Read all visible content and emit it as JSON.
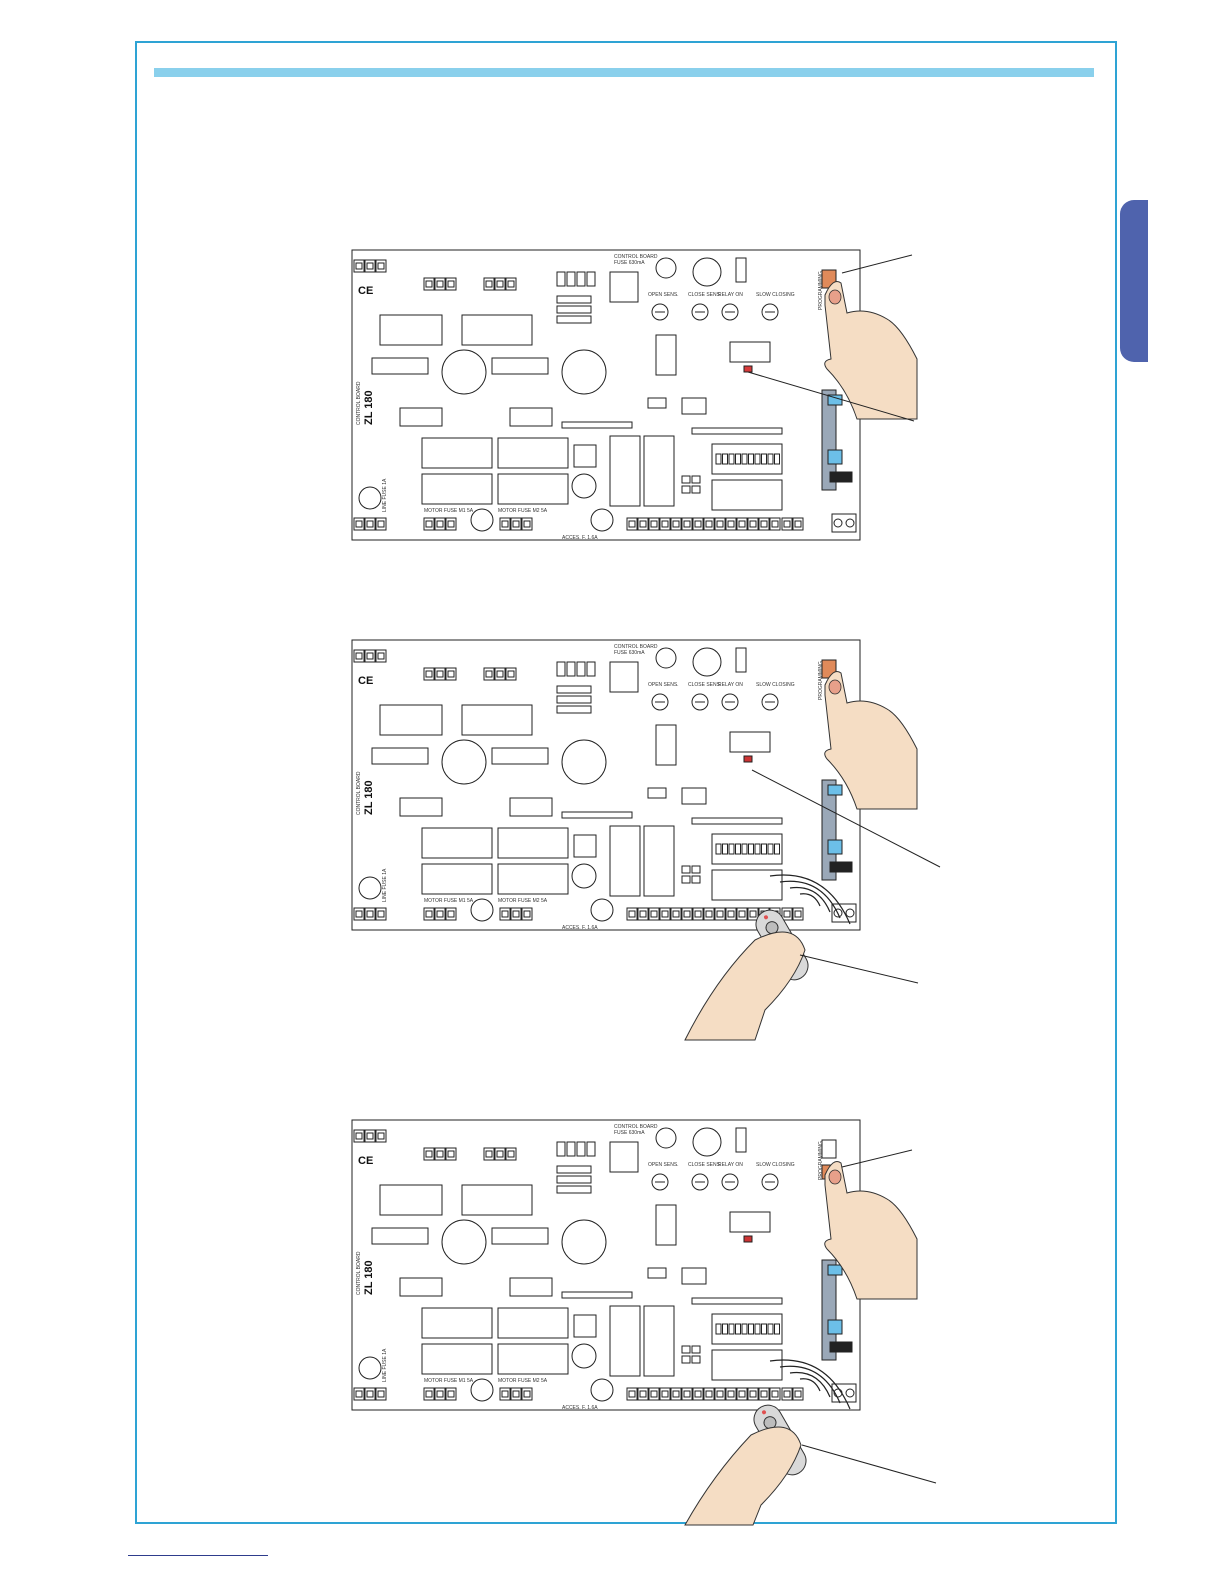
{
  "board": {
    "model": "ZL 180",
    "control_board": "CONTROL BOARD",
    "fuse_control": "FUSE 630mA",
    "line_fuse": "LINE FUSE 1A",
    "motor_fuse": "MOTOR FUSE M1 5A",
    "motor_fuse_2": "MOTOR FUSE M2 5A",
    "accessories_fuse": "ACCES. F. 1.6A",
    "trimmer_labels": [
      "OPEN SENS.",
      "CLOSE SENS.",
      "RELAY ON",
      "SLOW CLOSING"
    ],
    "programming_label": "PROGRAMMING",
    "ce_mark": "CE"
  }
}
